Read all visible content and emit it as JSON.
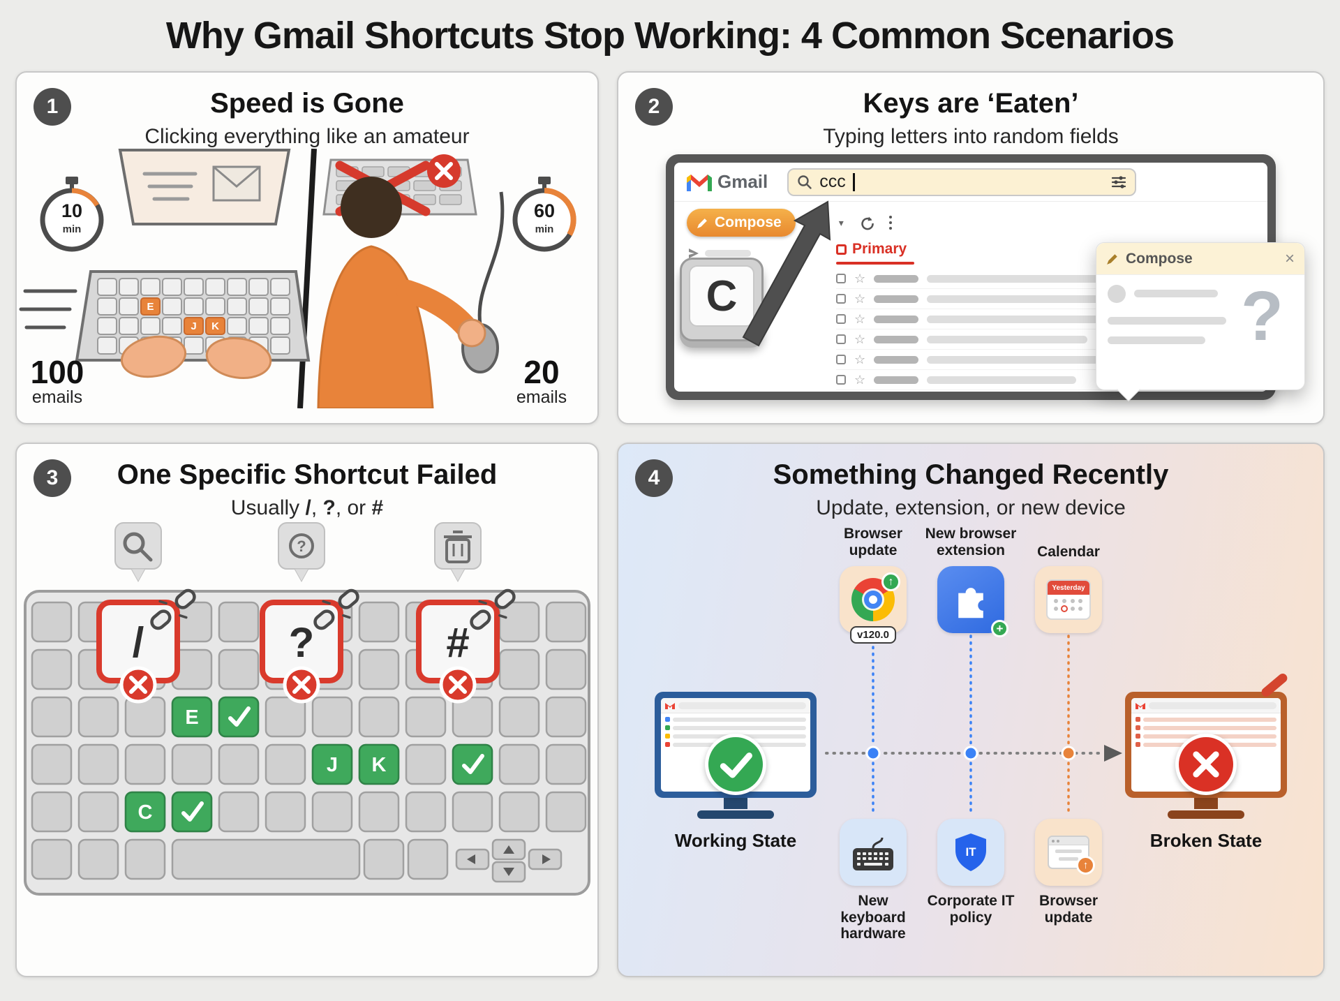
{
  "title": "Why Gmail Shortcuts Stop Working: 4 Common Scenarios",
  "glyphs": {
    "star": "☆",
    "close": "×",
    "dropdown_caret": "▾",
    "up_arrow": "↑",
    "plus": "+"
  },
  "panel1": {
    "number": "1",
    "title": "Speed is Gone",
    "subtitle": "Clicking everything like an amateur",
    "fast": {
      "timer_value": "10",
      "timer_unit": "min",
      "count": "100",
      "count_unit": "emails"
    },
    "slow": {
      "timer_value": "60",
      "timer_unit": "min",
      "count": "20",
      "count_unit": "emails"
    },
    "keys": {
      "e": "E",
      "j": "J",
      "k": "K"
    }
  },
  "panel2": {
    "number": "2",
    "title": "Keys are ‘Eaten’",
    "subtitle": "Typing letters into random fields",
    "gmail_logo_text": "Gmail",
    "search_text": "ccc",
    "compose_button": "Compose",
    "primary_tab": "Primary",
    "keycap_letter": "C",
    "popup": {
      "title": "Compose",
      "question_mark": "?"
    }
  },
  "panel3": {
    "number": "3",
    "title": "One Specific Shortcut Failed",
    "subtitle": {
      "prefix": "Usually ",
      "key1": "/",
      "sep1": ", ",
      "key2": "?",
      "sep2": ", or ",
      "key3": "#"
    },
    "broken_keys": {
      "slash": "/",
      "question": "?",
      "hash": "#"
    },
    "working_keys": {
      "e": "E",
      "j": "J",
      "k": "K",
      "c": "C"
    }
  },
  "panel4": {
    "number": "4",
    "title": "Something Changed Recently",
    "subtitle": "Update, extension, or new device",
    "working_label": "Working State",
    "broken_label": "Broken State",
    "causes_top": [
      {
        "label": "Browser update",
        "version_badge": "v120.0"
      },
      {
        "label": "New browser extension"
      },
      {
        "label": "Calendar",
        "calendar_text": "Yesterday"
      }
    ],
    "causes_bottom": [
      {
        "label": "New keyboard hardware"
      },
      {
        "label": "Corporate IT policy",
        "shield_text": "IT"
      },
      {
        "label": "Browser update"
      }
    ]
  },
  "colors": {
    "accent_orange": "#E8833A",
    "error_red": "#D93025",
    "success_green": "#34A853",
    "info_blue": "#3B82F6",
    "gmail_blue": "#4285F4",
    "gmail_red": "#EA4335",
    "gmail_yellow": "#FBBC04",
    "gmail_green": "#34A853"
  }
}
